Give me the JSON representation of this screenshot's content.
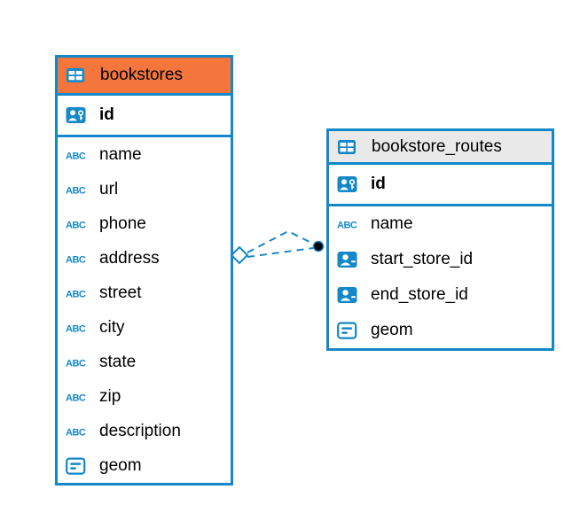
{
  "diagram": {
    "accent_color": "#1488c8",
    "connection": {
      "style": "dashed",
      "color": "#1488c8",
      "from_table": "bookstores",
      "to_table": "bookstore_routes",
      "start_shape": "diamond",
      "end_shape": "black-dot"
    }
  },
  "tables": [
    {
      "name": "bookstores",
      "header_color": "#f4763c",
      "header_icon": "table-grid-icon",
      "key_field": {
        "label": "id",
        "icon": "id-key-icon"
      },
      "fields": [
        {
          "label": "name",
          "icon": "text-abc-icon"
        },
        {
          "label": "url",
          "icon": "text-abc-icon"
        },
        {
          "label": "phone",
          "icon": "text-abc-icon"
        },
        {
          "label": "address",
          "icon": "text-abc-icon"
        },
        {
          "label": "street",
          "icon": "text-abc-icon"
        },
        {
          "label": "city",
          "icon": "text-abc-icon"
        },
        {
          "label": "state",
          "icon": "text-abc-icon"
        },
        {
          "label": "zip",
          "icon": "text-abc-icon"
        },
        {
          "label": "description",
          "icon": "text-abc-icon"
        },
        {
          "label": "geom",
          "icon": "geometry-icon"
        }
      ]
    },
    {
      "name": "bookstore_routes",
      "header_color": "#e9e9e9",
      "header_icon": "table-grid-icon",
      "key_field": {
        "label": "id",
        "icon": "id-key-icon"
      },
      "fields": [
        {
          "label": "name",
          "icon": "text-abc-icon"
        },
        {
          "label": "start_store_id",
          "icon": "person-ref-icon"
        },
        {
          "label": "end_store_id",
          "icon": "person-ref-icon"
        },
        {
          "label": "geom",
          "icon": "geometry-icon"
        }
      ]
    }
  ]
}
